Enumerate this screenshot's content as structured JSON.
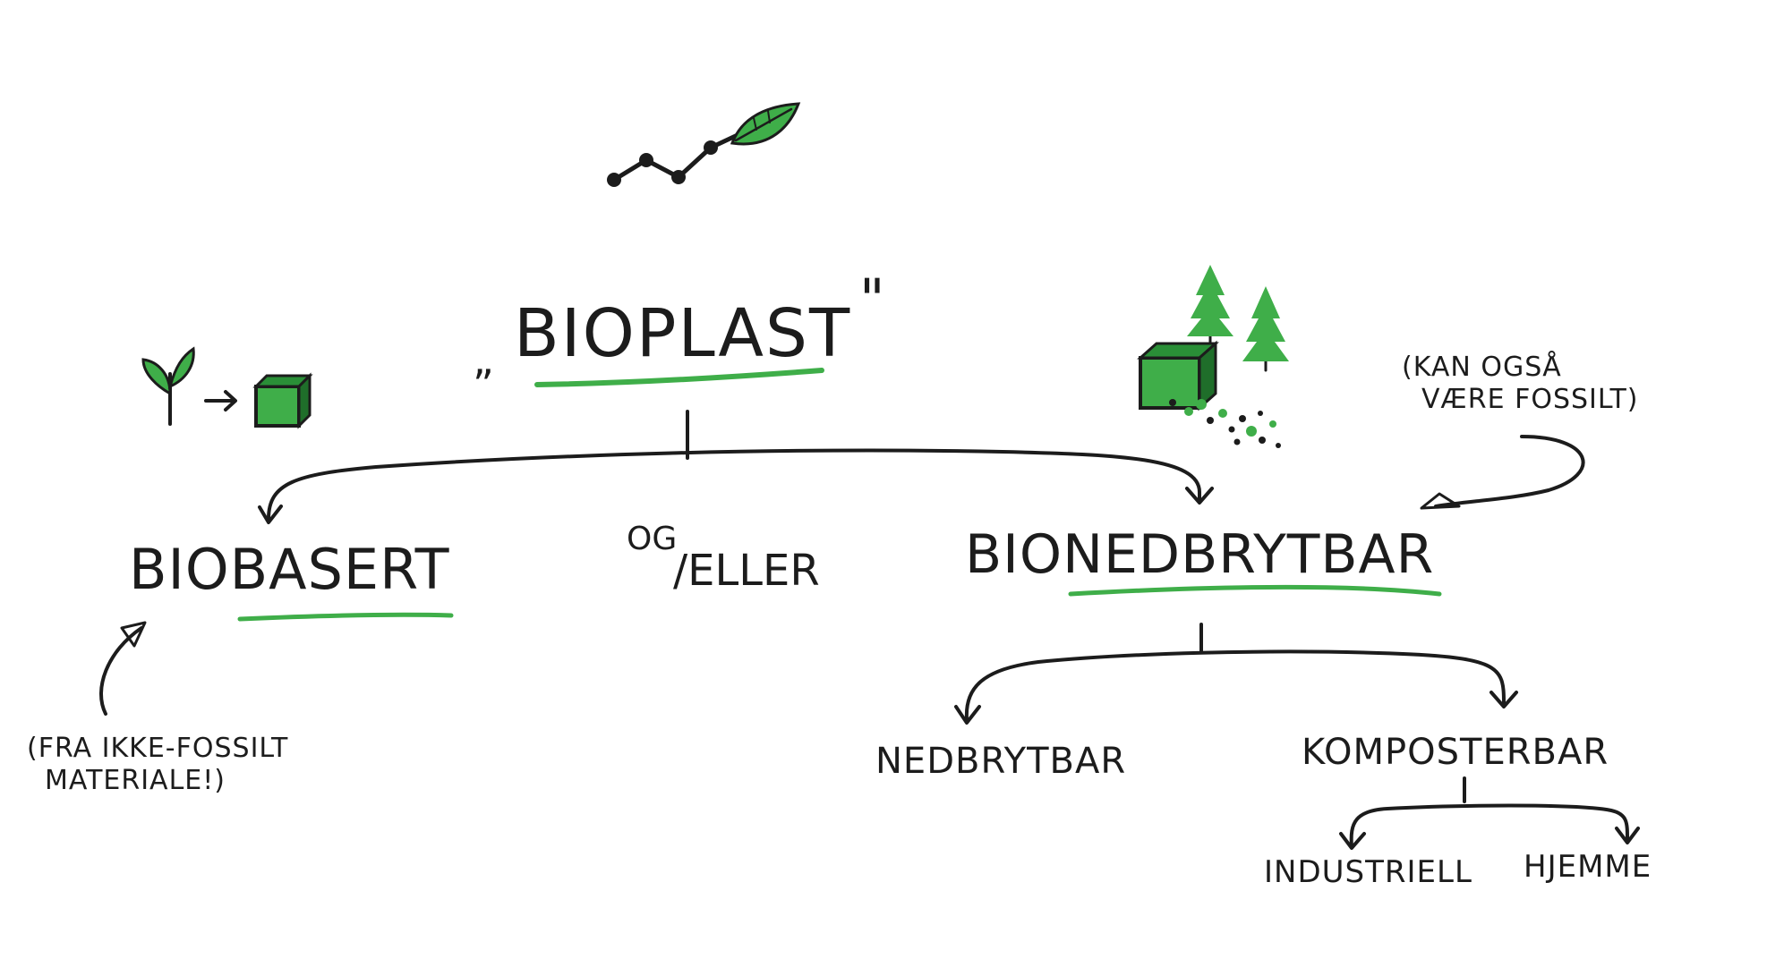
{
  "colors": {
    "ink": "#1c1c1c",
    "accent_green": "#3fae49",
    "dark_green": "#1f6e2a",
    "background": "#ffffff"
  },
  "icons": {
    "molecule_leaf": "molecule-chain-with-leaf-icon",
    "sprout_to_cube": "sprout-arrow-cube-icon",
    "trees_cube": "trees-and-decomposing-cube-icon"
  },
  "diagram": {
    "root": {
      "open_quote": "„",
      "label": "BIOPLAST",
      "close_quote": "\""
    },
    "connector_label": {
      "og": "OG",
      "slash_eller": "/ELLER"
    },
    "left": {
      "label": "BIOBASERT",
      "note_line1": "(FRA IKKE-FOSSILT",
      "note_line2": "MATERIALE!)"
    },
    "right": {
      "label": "BIONEDBRYTBAR",
      "note_line1": "(KAN OGSÅ",
      "note_line2": "VÆRE FOSSILT)",
      "children": [
        {
          "label": "NEDBRYTBAR"
        },
        {
          "label": "KOMPOSTERBAR",
          "children": [
            {
              "label": "INDUSTRIELL"
            },
            {
              "label": "HJEMME"
            }
          ]
        }
      ]
    }
  }
}
